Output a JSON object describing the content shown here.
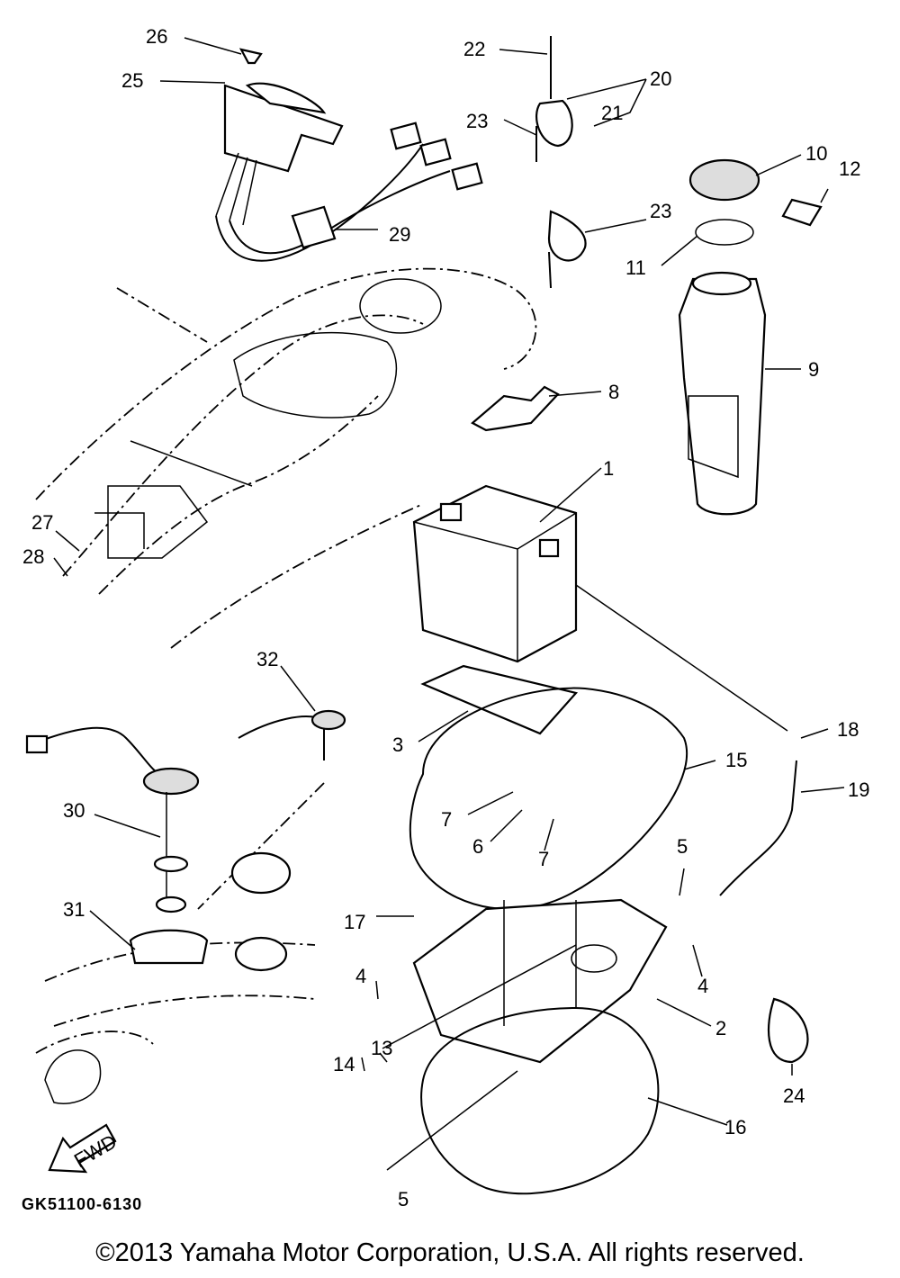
{
  "drawing_code": "GK51100-6130",
  "copyright": "©2013 Yamaha Motor Corporation, U.S.A. All rights reserved.",
  "fwd_label": "FWD",
  "callouts": {
    "c1": "1",
    "c2": "2",
    "c3": "3",
    "c4a": "4",
    "c4b": "4",
    "c5a": "5",
    "c5b": "5",
    "c6": "6",
    "c7a": "7",
    "c7b": "7",
    "c8": "8",
    "c9": "9",
    "c10": "10",
    "c11": "11",
    "c12": "12",
    "c13": "13",
    "c14": "14",
    "c15": "15",
    "c16": "16",
    "c17": "17",
    "c18": "18",
    "c19": "19",
    "c20": "20",
    "c21": "21",
    "c22": "22",
    "c23a": "23",
    "c23b": "23",
    "c24": "24",
    "c25": "25",
    "c26": "26",
    "c27": "27",
    "c28": "28",
    "c29": "29",
    "c30": "30",
    "c31": "31",
    "c32": "32"
  }
}
